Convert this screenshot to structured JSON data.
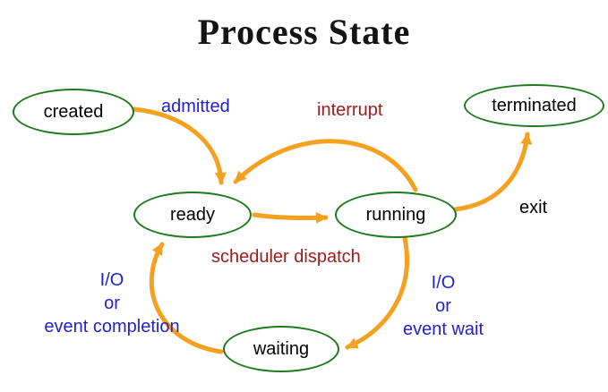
{
  "title": "Process State",
  "colors": {
    "node_border": "#1f7a1f",
    "arrow": "#f5a01f",
    "label_blue": "#2222cc",
    "label_red": "#9b1c1c",
    "text": "#000000"
  },
  "nodes": {
    "created": {
      "label": "created"
    },
    "ready": {
      "label": "ready"
    },
    "running": {
      "label": "running"
    },
    "waiting": {
      "label": "waiting"
    },
    "terminated": {
      "label": "terminated"
    }
  },
  "edges": {
    "admitted": {
      "label": "admitted"
    },
    "interrupt": {
      "label": "interrupt"
    },
    "scheduler_dispatch": {
      "label": "scheduler dispatch"
    },
    "exit": {
      "label": "exit"
    },
    "io_event_wait": {
      "lines": [
        "I/O",
        "or",
        "event wait"
      ]
    },
    "io_event_completion": {
      "lines": [
        "I/O",
        "or",
        "event completion"
      ]
    }
  }
}
